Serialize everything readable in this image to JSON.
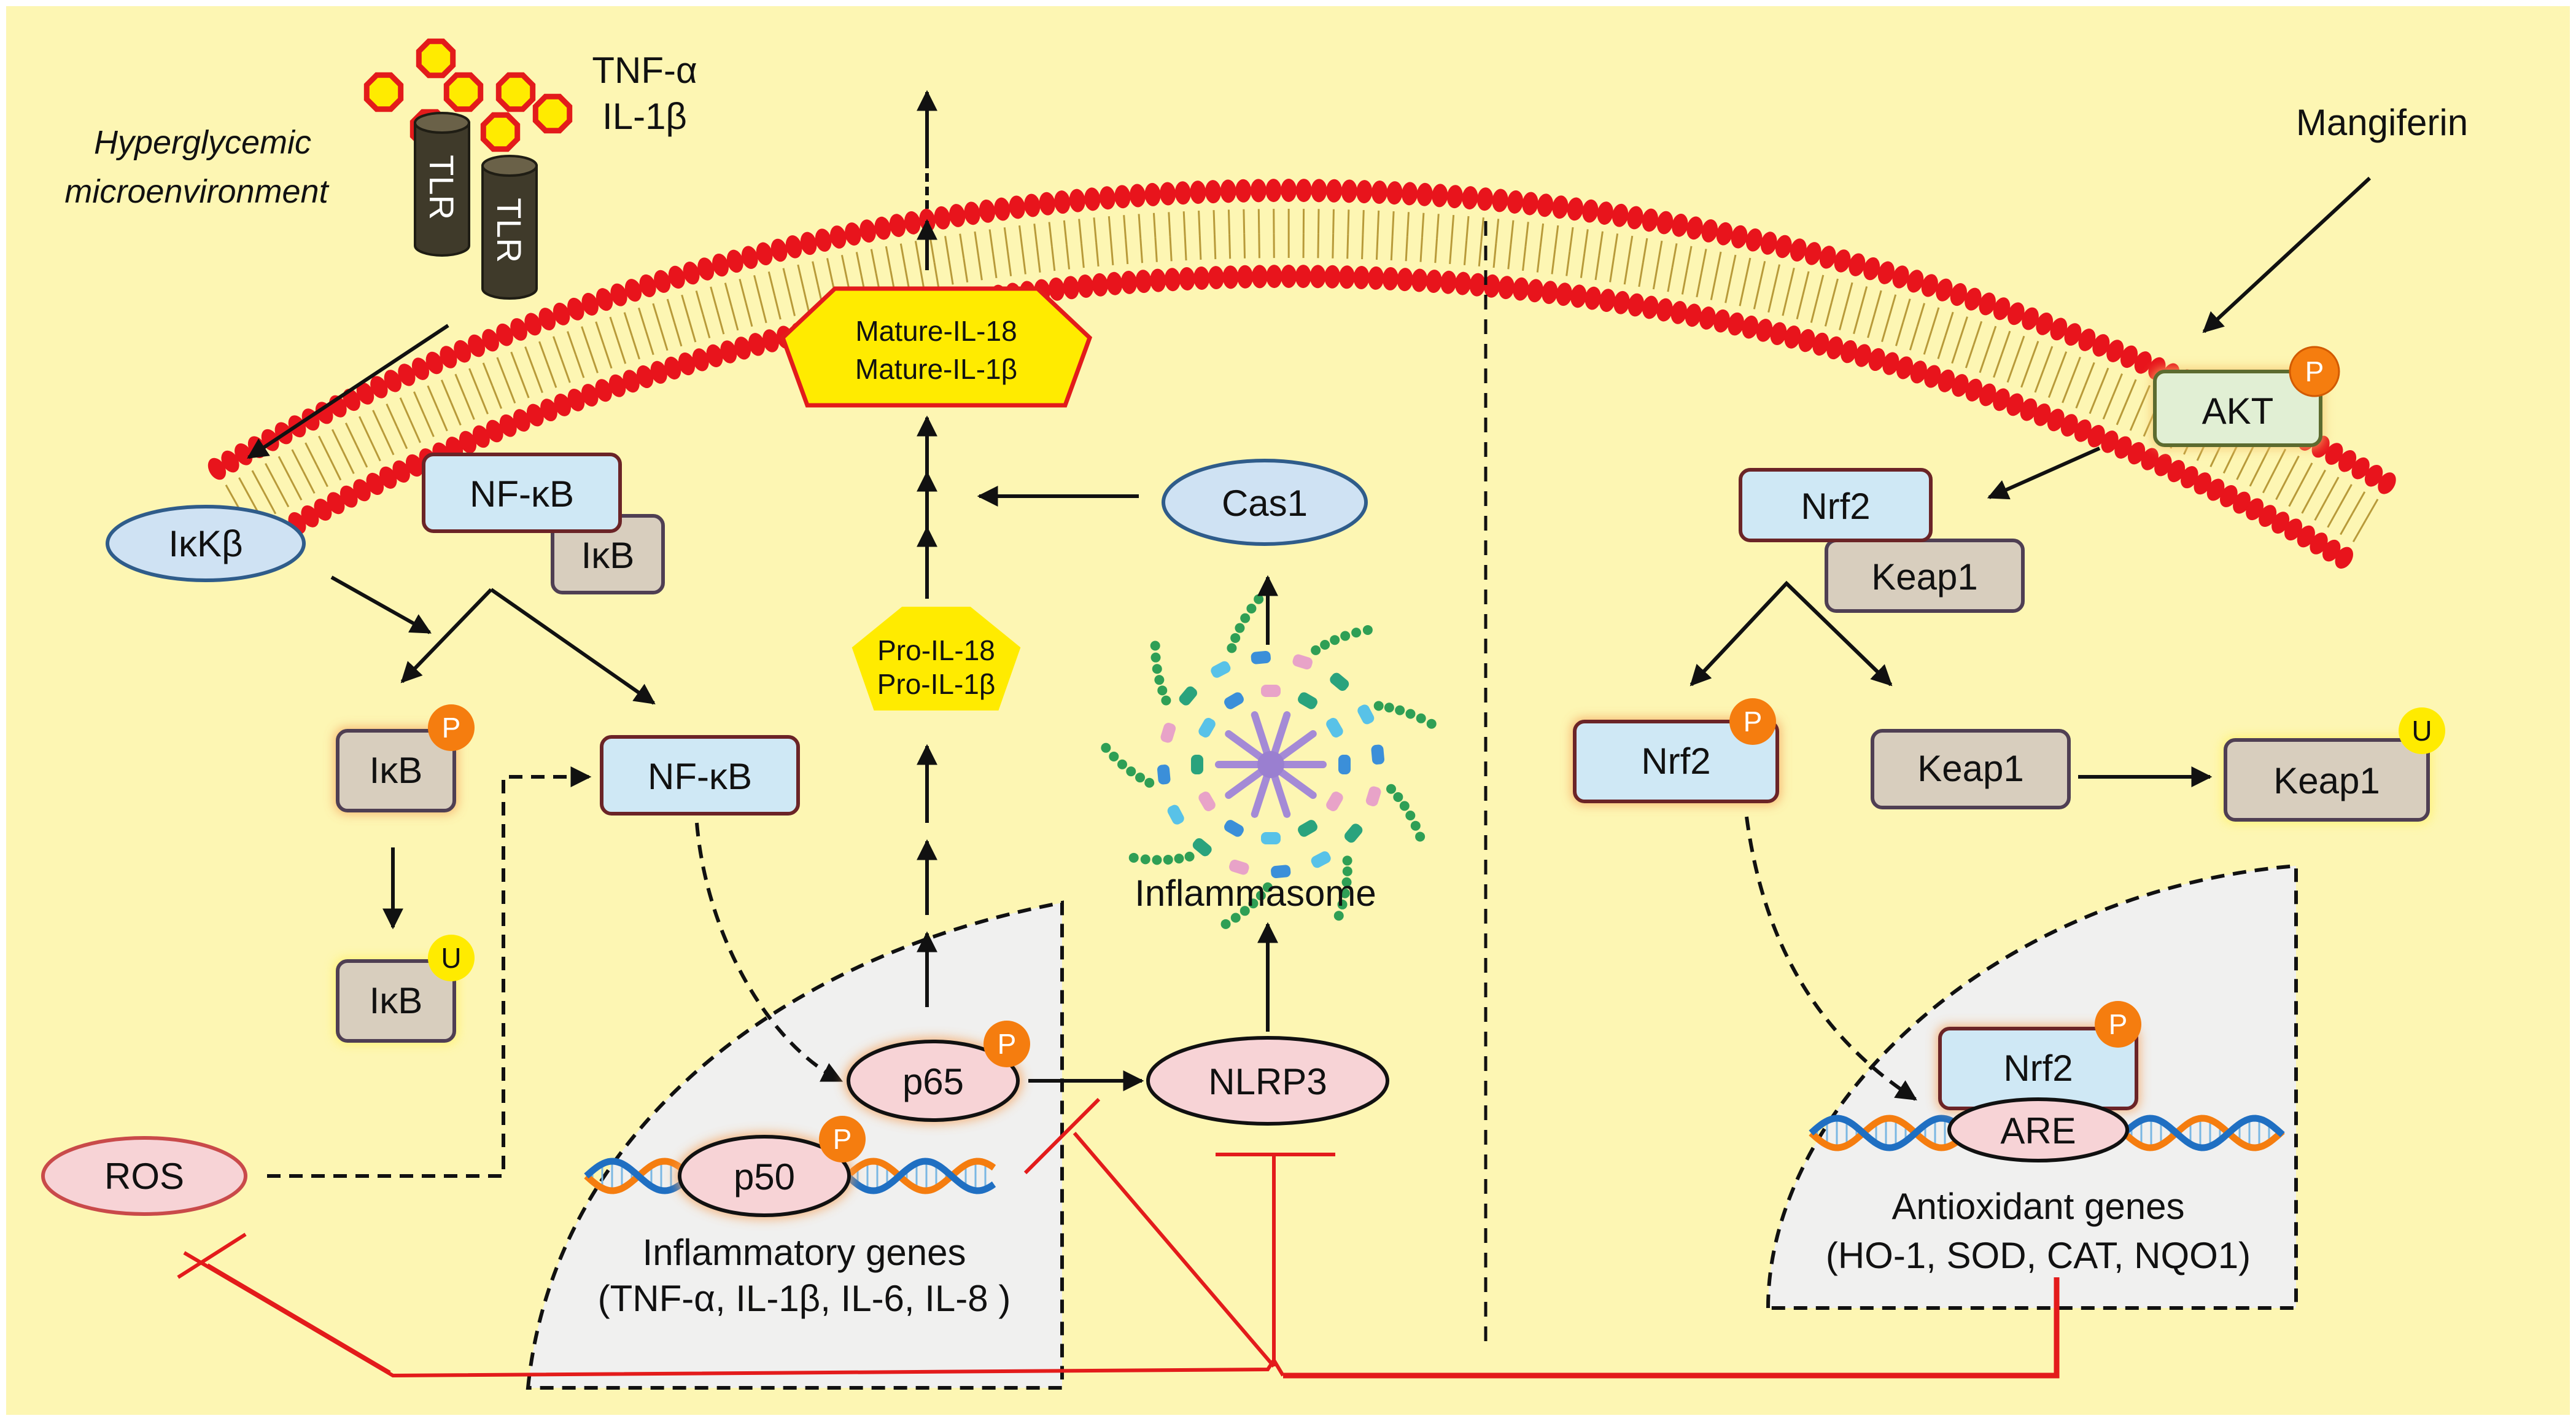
{
  "colors": {
    "background": "#fdf6b3",
    "membrane_head": "#e8141c",
    "inhibit_line": "#e31b1b",
    "box_blue": "#cfe8f5",
    "box_taupe": "#d8cebe",
    "box_pink": "#f7d3d6",
    "phospho": "#f57d0f",
    "ubiquitin": "#ffeb00",
    "nucleus": "#f0f0ef",
    "cytokine_mature": "#ffeb00"
  },
  "labels": {
    "tnf": "TNF-α",
    "il1b": "IL-1β",
    "hyper_line1": "Hyperglycemic",
    "hyper_line2": "microenvironment",
    "tlr": "TLR",
    "mangiferin": "Mangiferin",
    "akt": "AKT",
    "p": "P",
    "u": "U",
    "ikkb": "IκKβ",
    "nfkb": "NF-κB",
    "ikb": "IκB",
    "cas1": "Cas1",
    "mature_il18": "Mature-IL-18",
    "mature_il1b": "Mature-IL-1β",
    "pro_il18": "Pro-IL-18",
    "pro_il1b": "Pro-IL-1β",
    "inflammasome": "Inflammasome",
    "nlrp3": "NLRP3",
    "p65": "p65",
    "p50": "p50",
    "ros": "ROS",
    "inflam_genes": "Inflammatory genes",
    "inflam_list": "(TNF-α, IL-1β, IL-6, IL-8 )",
    "nrf2": "Nrf2",
    "keap1": "Keap1",
    "are": "ARE",
    "antiox_genes": "Antioxidant genes",
    "antiox_list": "(HO-1, SOD, CAT, NQO1)"
  }
}
